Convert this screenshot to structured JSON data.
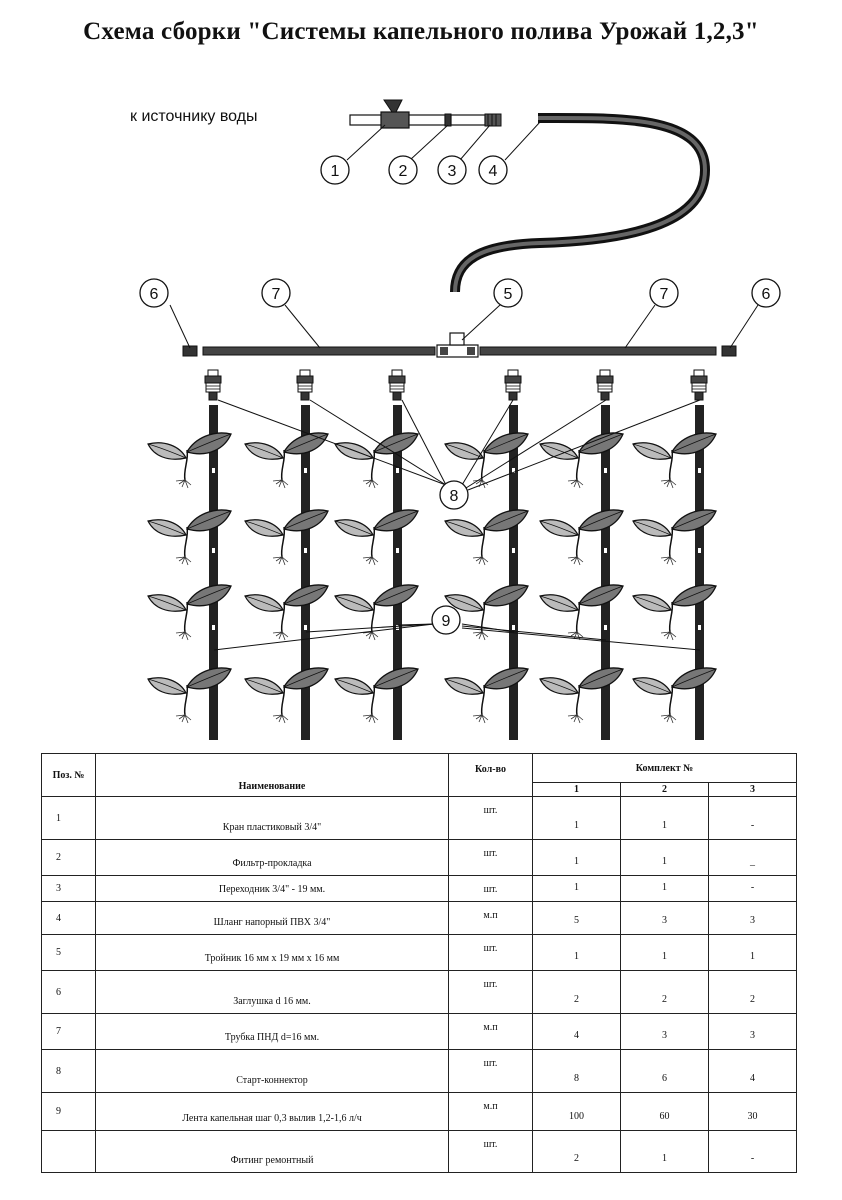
{
  "title": "Схема сборки  \"Системы капельного полива Урожай 1,2,3\"",
  "source_label": "к источнику воды",
  "callouts": [
    "1",
    "2",
    "3",
    "4",
    "5",
    "6",
    "7",
    "8",
    "9"
  ],
  "table": {
    "headers": {
      "pos": "Поз. №",
      "name": "Наименование",
      "unit": "Кол-во",
      "kit": "Комплект №",
      "kits": [
        "1",
        "2",
        "3"
      ]
    },
    "rows": [
      {
        "pos": "1",
        "name": "Кран пластиковый  3/4\"",
        "unit": "шт.",
        "k1": "1",
        "k2": "1",
        "k3": "-"
      },
      {
        "pos": "2",
        "name": "Фильтр-прокладка",
        "unit": "шт.",
        "k1": "1",
        "k2": "1",
        "k3": "_"
      },
      {
        "pos": "3",
        "name": "Переходник 3/4\" - 19 мм.",
        "unit": "шт.",
        "k1": "1",
        "k2": "1",
        "k3": "-"
      },
      {
        "pos": "4",
        "name": "Шланг напорный ПВХ 3/4\"",
        "unit": "м.п",
        "k1": "5",
        "k2": "3",
        "k3": "3"
      },
      {
        "pos": "5",
        "name": "Тройник 16 мм х 19 мм х 16 мм",
        "unit": "шт.",
        "k1": "1",
        "k2": "1",
        "k3": "1"
      },
      {
        "pos": "6",
        "name": "Заглушка  d 16 мм.",
        "unit": "шт.",
        "k1": "2",
        "k2": "2",
        "k3": "2"
      },
      {
        "pos": "7",
        "name": "Трубка ПНД d=16 мм.",
        "unit": "м.п",
        "k1": "4",
        "k2": "3",
        "k3": "3"
      },
      {
        "pos": "8",
        "name": "Старт-коннектор",
        "unit": "шт.",
        "k1": "8",
        "k2": "6",
        "k3": "4"
      },
      {
        "pos": "9",
        "name": "Лента капельная шаг 0,3 вылив 1,2-1,6  л/ч",
        "unit": "м.п",
        "k1": "100",
        "k2": "60",
        "k3": "30"
      },
      {
        "pos": "",
        "name": "Фитинг ремонтный",
        "unit": "шт.",
        "k1": "2",
        "k2": "1",
        "k3": "-"
      }
    ]
  }
}
